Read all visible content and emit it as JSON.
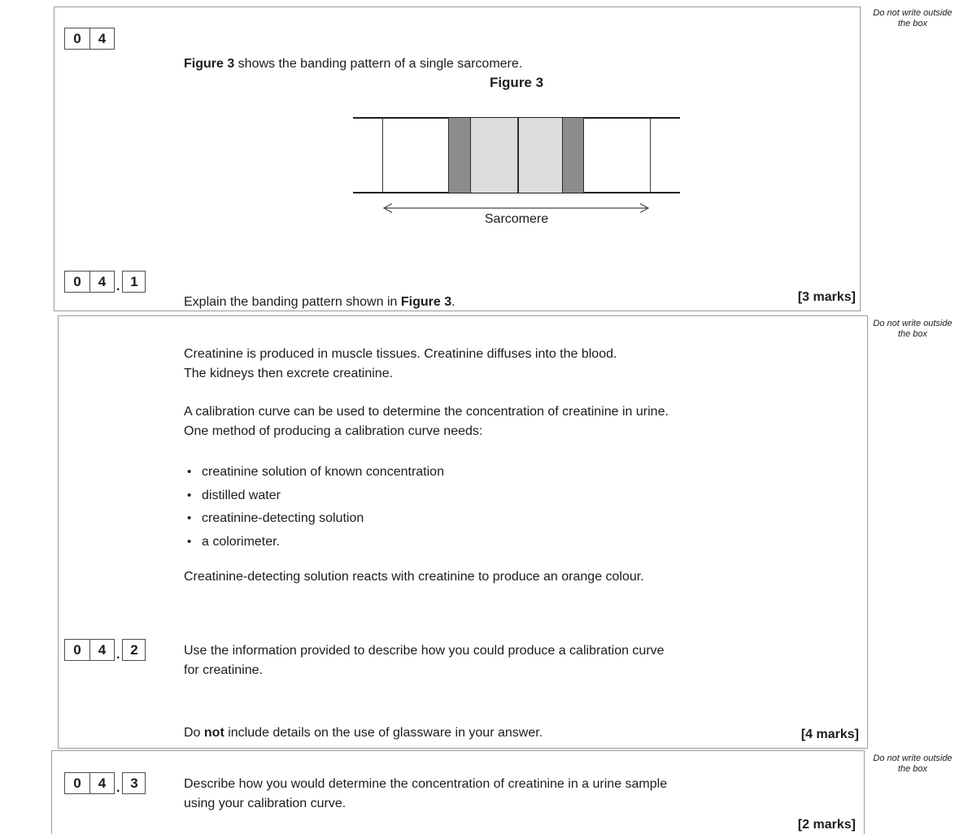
{
  "colors": {
    "box_border": "#9b9b9b",
    "qbox_border": "#4d4d4d",
    "dark_band": "#8c8c8c",
    "light_band": "#dcdcdc",
    "line": "#1f1f1f"
  },
  "margin_note": "Do not write outside the box",
  "q04": {
    "number": [
      "0",
      "4"
    ],
    "dot": ".",
    "intro_bold": "Figure 3",
    "intro_rest": " shows the banding pattern of a single sarcomere.",
    "figure_title": "Figure 3",
    "figure_caption": "Sarcomere"
  },
  "q04_1": {
    "number": [
      "0",
      "4"
    ],
    "sub": "1",
    "text_pre": "Explain the banding pattern shown in ",
    "text_bold": "Figure 3",
    "text_post": ".",
    "marks": "[3 marks]"
  },
  "section2": {
    "para1": "Creatinine is produced in muscle tissues.  Creatinine diffuses into the blood.\nThe kidneys then excrete creatinine.",
    "para2": "A calibration curve can be used to determine the concentration of creatinine in urine.\nOne method of producing a calibration curve needs:",
    "bullets": [
      "creatinine solution of known concentration",
      "distilled water",
      "creatinine-detecting solution",
      "a colorimeter."
    ],
    "para3": "Creatinine-detecting solution reacts with creatinine to produce an orange colour."
  },
  "q04_2": {
    "number": [
      "0",
      "4"
    ],
    "dot": ".",
    "sub": "2",
    "text": "Use the information provided to describe how you could produce a calibration curve\nfor creatinine.",
    "note_pre": "Do ",
    "note_bold": "not",
    "note_post": " include details on the use of glassware in your answer.",
    "marks": "[4 marks]"
  },
  "q04_3": {
    "number": [
      "0",
      "4"
    ],
    "dot": ".",
    "sub": "3",
    "text": "Describe how you would determine the concentration of creatinine in a urine sample\nusing your calibration curve.",
    "marks": "[2 marks]"
  }
}
